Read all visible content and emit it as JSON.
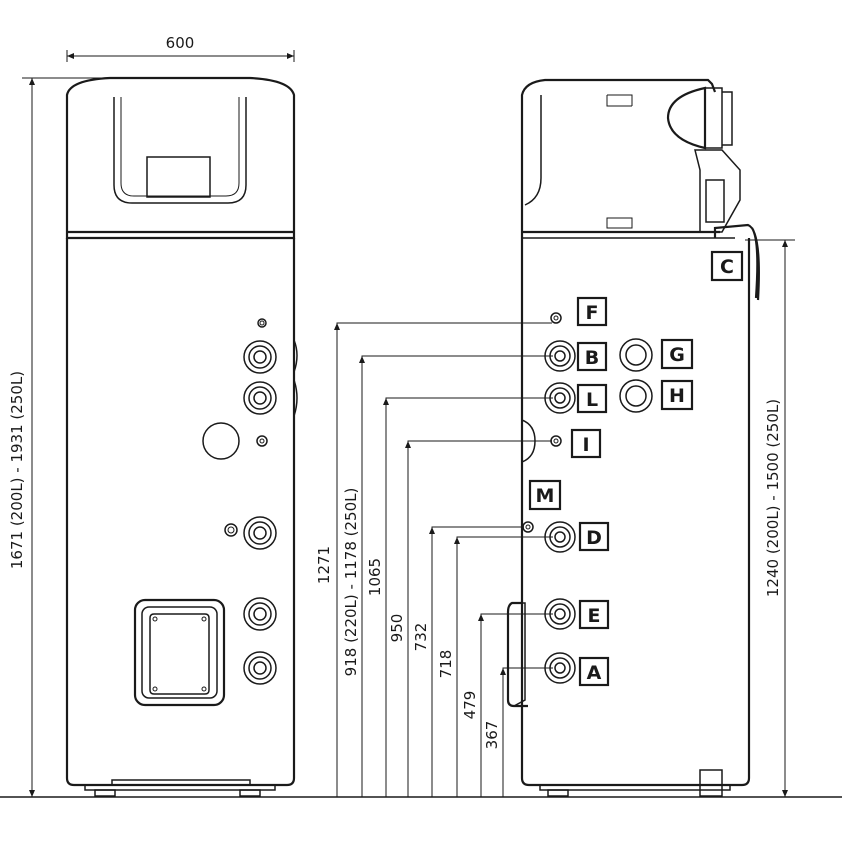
{
  "dimensions": {
    "width": "600",
    "total_height": "1671 (200L)  -  1931 (250L)",
    "h_1271": "1271",
    "h_918_1178": "918 (220L)  -  1178 (250L)",
    "h_1065": "1065",
    "h_950": "950",
    "h_732": "732",
    "h_718": "718",
    "h_479": "479",
    "h_367": "367",
    "h_1240_1500": "1240 (200L)  -  1500 (250L)"
  },
  "labels": {
    "A": "A",
    "B": "B",
    "C": "C",
    "D": "D",
    "E": "E",
    "F": "F",
    "G": "G",
    "H": "H",
    "I": "I",
    "L": "L",
    "M": "M"
  },
  "colors": {
    "line": "#1a1a1a",
    "background": "#ffffff"
  }
}
